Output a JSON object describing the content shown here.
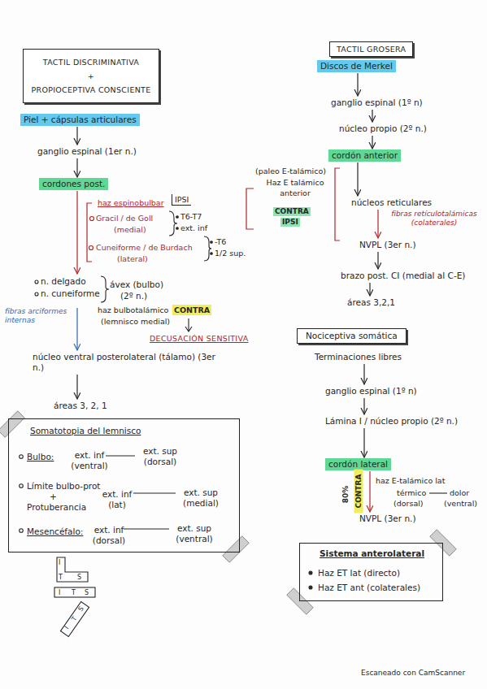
{
  "diagram": {
    "nodes": [
      {
        "text": [
          "TACTIL DISCRIMINATIVA",
          "+",
          "PROPIOCEPTIVA CONSCIENTE"
        ]
      },
      {
        "text": [
          "Piel + cápsulas articulares"
        ]
      },
      {
        "text": [
          "ganglio espinal (1er n.)"
        ]
      },
      {
        "text": [
          "cordones post."
        ]
      },
      {
        "text": [
          "n. delgado",
          "n. cuneiforme",
          "ávex (bulbo)",
          "(2º n.)"
        ]
      },
      {
        "text": [
          "núcleo ventral posterolateral (tálamo) (3er n.)"
        ]
      },
      {
        "text": [
          "áreas 3, 2, 1"
        ]
      },
      {
        "text": [
          "Somatotopia del lemnisco",
          "Bulbo:",
          "ext. inf (ventral)",
          "ext. sup (dorsal)",
          "Límite bulbo-prot",
          "+",
          "Protuberancia",
          "ext. inf (lat)",
          "ext. sup (medial)",
          "Mesencéfalo:",
          "ext. inf (dorsal)",
          "ext. sup (ventral)"
        ]
      },
      {
        "text": [
          "TACTIL GROSERA"
        ]
      },
      {
        "text": [
          "Discos de Merkel"
        ]
      },
      {
        "text": [
          "ganglio espinal (1º n)"
        ]
      },
      {
        "text": [
          "núcleo propio (2º n.)"
        ]
      },
      {
        "text": [
          "cordón anterior"
        ]
      },
      {
        "text": [
          "núcleos reticulares"
        ]
      },
      {
        "text": [
          "NVPL (3er n.)"
        ]
      },
      {
        "text": [
          "brazo post. CI (medial al C-E)"
        ]
      },
      {
        "text": [
          "áreas 3,2,1"
        ]
      },
      {
        "text": [
          "Nociceptiva somática"
        ]
      },
      {
        "text": [
          "Terminaciones libres"
        ]
      },
      {
        "text": [
          "ganglio espinal (1º n)"
        ]
      },
      {
        "text": [
          "Lámina I / núcleo propio (2º n.)"
        ]
      },
      {
        "text": [
          "cordón lateral"
        ]
      },
      {
        "text": [
          "NVPL (3er n.)"
        ]
      },
      {
        "text": [
          "Sistema anterolateral",
          "Haz ET lat (directo)",
          "Haz ET ant (colaterales)"
        ]
      }
    ],
    "edges": [
      {
        "from": 1,
        "to": 2,
        "arrow": "to"
      },
      {
        "from": 2,
        "to": 3,
        "arrow": "to"
      },
      {
        "from": 3,
        "to": 4,
        "arrow": "to"
      },
      {
        "from": 4,
        "to": 5,
        "arrow": "to"
      },
      {
        "from": 5,
        "to": 6,
        "arrow": "to"
      },
      {
        "from": 9,
        "to": 10,
        "arrow": "to"
      },
      {
        "from": 10,
        "to": 11,
        "arrow": "to"
      },
      {
        "from": 11,
        "to": 12,
        "arrow": "to"
      },
      {
        "from": 12,
        "to": 13,
        "arrow": "to"
      },
      {
        "from": 13,
        "to": 14,
        "arrow": "to"
      },
      {
        "from": 14,
        "to": 15,
        "arrow": "to"
      },
      {
        "from": 15,
        "to": 16,
        "arrow": "to"
      },
      {
        "from": 18,
        "to": 19,
        "arrow": "to"
      },
      {
        "from": 19,
        "to": 20,
        "arrow": "to"
      },
      {
        "from": 20,
        "to": 21,
        "arrow": "to"
      },
      {
        "from": 21,
        "to": 22,
        "arrow": "to"
      }
    ],
    "labels": [
      "haz espinobulbar",
      "IPSI",
      "Gracil / de Goll",
      "(medial)",
      "T6-T7",
      "ext. inf",
      "Cuneiforme / de Burdach",
      "(lateral)",
      "-T6",
      "1/2 sup.",
      "fibras arciformes internas",
      "haz bulbotalámico",
      "(lemnisco medial)",
      "CONTRA",
      "DECUSACIÓN SENSITIVA",
      "(paleo E-talámico)",
      "Haz E talámico anterior",
      "CONTRA",
      "IPSI",
      "fibras retículotalámicas (colaterales)",
      "80%",
      "CONTRA",
      "haz E-talámico lat",
      "térmico",
      "dolor",
      "(dorsal)",
      "(ventral)",
      "I",
      "T",
      "S",
      "I",
      "T",
      "S",
      "I",
      "T",
      "S",
      "Escaneado con CamScanner"
    ]
  }
}
